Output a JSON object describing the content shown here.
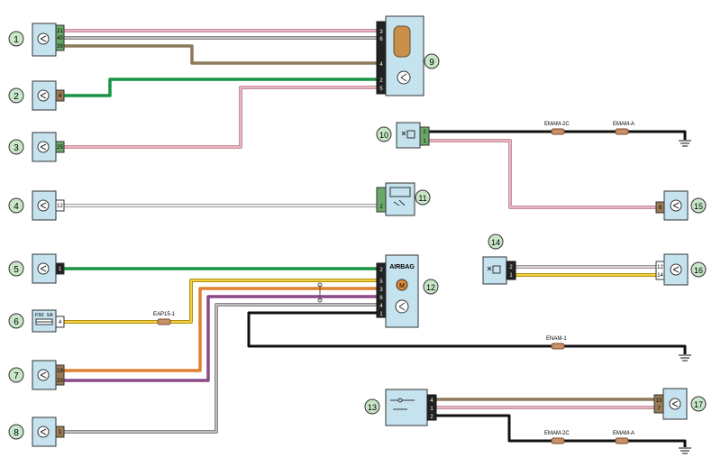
{
  "components": {
    "c1": "1",
    "c2": "2",
    "c3": "3",
    "c4": "4",
    "c5": "5",
    "c6": "6",
    "c7": "7",
    "c8": "8",
    "c9": "9",
    "c10": "10",
    "c11": "11",
    "c12": "12",
    "c13": "13",
    "c14": "14",
    "c15": "15",
    "c16": "16",
    "c17": "17"
  },
  "pins": {
    "c1": [
      "21",
      "40",
      "39"
    ],
    "c2": [
      "4"
    ],
    "c3": [
      "25"
    ],
    "c4": [
      "12"
    ],
    "c5": [
      "1"
    ],
    "c6": [
      "4"
    ],
    "c7": [
      "19",
      "20"
    ],
    "c8": [
      "1"
    ],
    "c9": [
      "3",
      "6",
      "4",
      "2",
      "5"
    ],
    "c10": [
      "2",
      "1"
    ],
    "c11": [
      "2"
    ],
    "c12": [
      "2",
      "5",
      "3",
      "6",
      "4",
      "1"
    ],
    "c13": [
      "4",
      "1",
      "2"
    ],
    "c14": [
      "2",
      "1"
    ],
    "c15": [
      "6"
    ],
    "c16": [
      "12",
      "14"
    ],
    "c17": [
      "13",
      "7"
    ]
  },
  "fuse_labels": {
    "name": "F50",
    "rating": "5A"
  },
  "airbag_label": "AIRBAG",
  "ground_labels": {
    "emam2c_top": "EMAM-2C",
    "emama_top": "EMAM-A",
    "eap15": "EAP15-1",
    "enam1": "ENAM-1",
    "emam2c_bottom": "EMAM-2C",
    "emama_bottom": "EMAM-A"
  },
  "colors": {
    "pink": "#e8b4c0",
    "gray": "#a8a8a8",
    "brown": "#8c7a5a",
    "green": "#1a9444",
    "white": "#e8e8e8",
    "yellow": "#e8c020",
    "orange": "#e08030",
    "purple": "#8a4a8a",
    "black": "#111111",
    "box": "#c5e3ef",
    "connector_green": "#6aa86a",
    "connector_brown": "#9a7a55",
    "connector_black": "#222222"
  }
}
